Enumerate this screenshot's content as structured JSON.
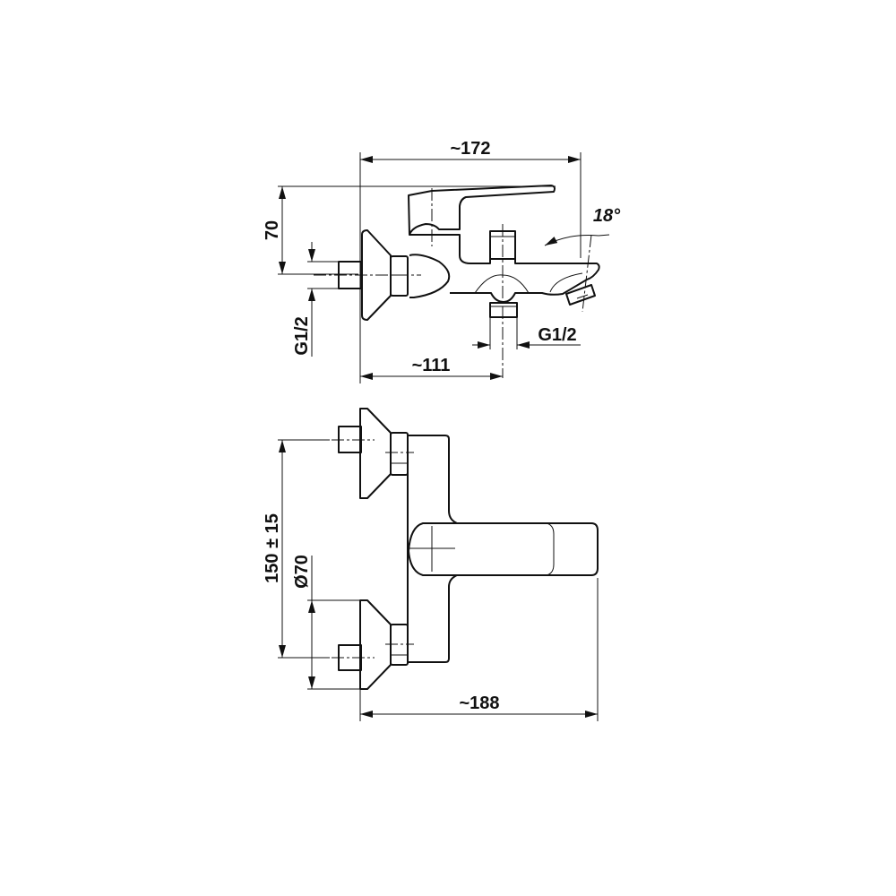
{
  "title": "Bath mixer dimension drawing",
  "side_view": {
    "width_label": "~172",
    "height_label": "70",
    "inlet_thread_label": "G1/2",
    "outlet_thread_label": "G1/2",
    "outlet_offset_label": "~111",
    "spout_angle_label": "18°"
  },
  "top_view": {
    "inlet_spacing_label": "150 ± 15",
    "escutcheon_diameter_label": "Ø70",
    "depth_label": "~188"
  },
  "colors": {
    "line": "#111111",
    "background": "#ffffff"
  }
}
